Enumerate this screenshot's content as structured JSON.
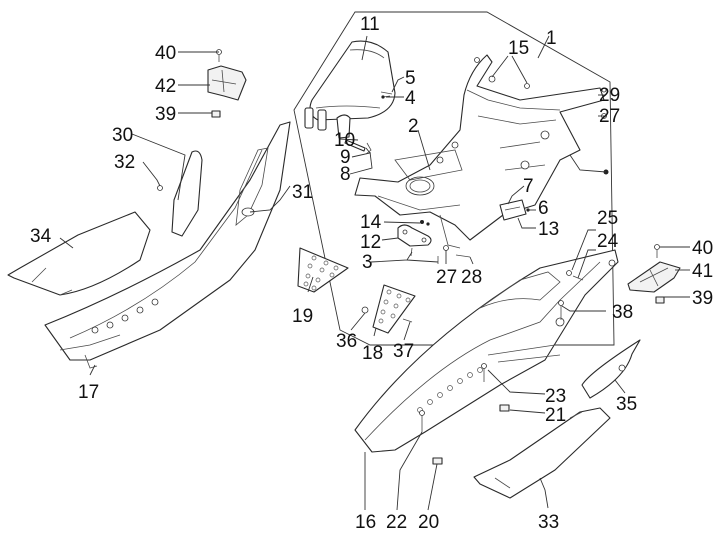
{
  "diagram": {
    "type": "exploded-parts-diagram",
    "subject": "scooter central cover / floor panel assembly",
    "callouts": [
      {
        "id": "1",
        "label": "1"
      },
      {
        "id": "2",
        "label": "2"
      },
      {
        "id": "3",
        "label": "3"
      },
      {
        "id": "4",
        "label": "4"
      },
      {
        "id": "5",
        "label": "5"
      },
      {
        "id": "6",
        "label": "6"
      },
      {
        "id": "7",
        "label": "7"
      },
      {
        "id": "8",
        "label": "8"
      },
      {
        "id": "9",
        "label": "9"
      },
      {
        "id": "10",
        "label": "10"
      },
      {
        "id": "11",
        "label": "11"
      },
      {
        "id": "12",
        "label": "12"
      },
      {
        "id": "13",
        "label": "13"
      },
      {
        "id": "14",
        "label": "14"
      },
      {
        "id": "15",
        "label": "15"
      },
      {
        "id": "16",
        "label": "16"
      },
      {
        "id": "17",
        "label": "17"
      },
      {
        "id": "18",
        "label": "18"
      },
      {
        "id": "19",
        "label": "19"
      },
      {
        "id": "20",
        "label": "20"
      },
      {
        "id": "21",
        "label": "21"
      },
      {
        "id": "22",
        "label": "22"
      },
      {
        "id": "23",
        "label": "23"
      },
      {
        "id": "24",
        "label": "24"
      },
      {
        "id": "25",
        "label": "25"
      },
      {
        "id": "27a",
        "label": "27"
      },
      {
        "id": "27b",
        "label": "27"
      },
      {
        "id": "28",
        "label": "28"
      },
      {
        "id": "29",
        "label": "29"
      },
      {
        "id": "30",
        "label": "30"
      },
      {
        "id": "31",
        "label": "31"
      },
      {
        "id": "32",
        "label": "32"
      },
      {
        "id": "33",
        "label": "33"
      },
      {
        "id": "34",
        "label": "34"
      },
      {
        "id": "35",
        "label": "35"
      },
      {
        "id": "36",
        "label": "36"
      },
      {
        "id": "37",
        "label": "37"
      },
      {
        "id": "38",
        "label": "38"
      },
      {
        "id": "39a",
        "label": "39"
      },
      {
        "id": "39b",
        "label": "39"
      },
      {
        "id": "40a",
        "label": "40"
      },
      {
        "id": "40b",
        "label": "40"
      },
      {
        "id": "41",
        "label": "41"
      },
      {
        "id": "42",
        "label": "42"
      }
    ]
  }
}
